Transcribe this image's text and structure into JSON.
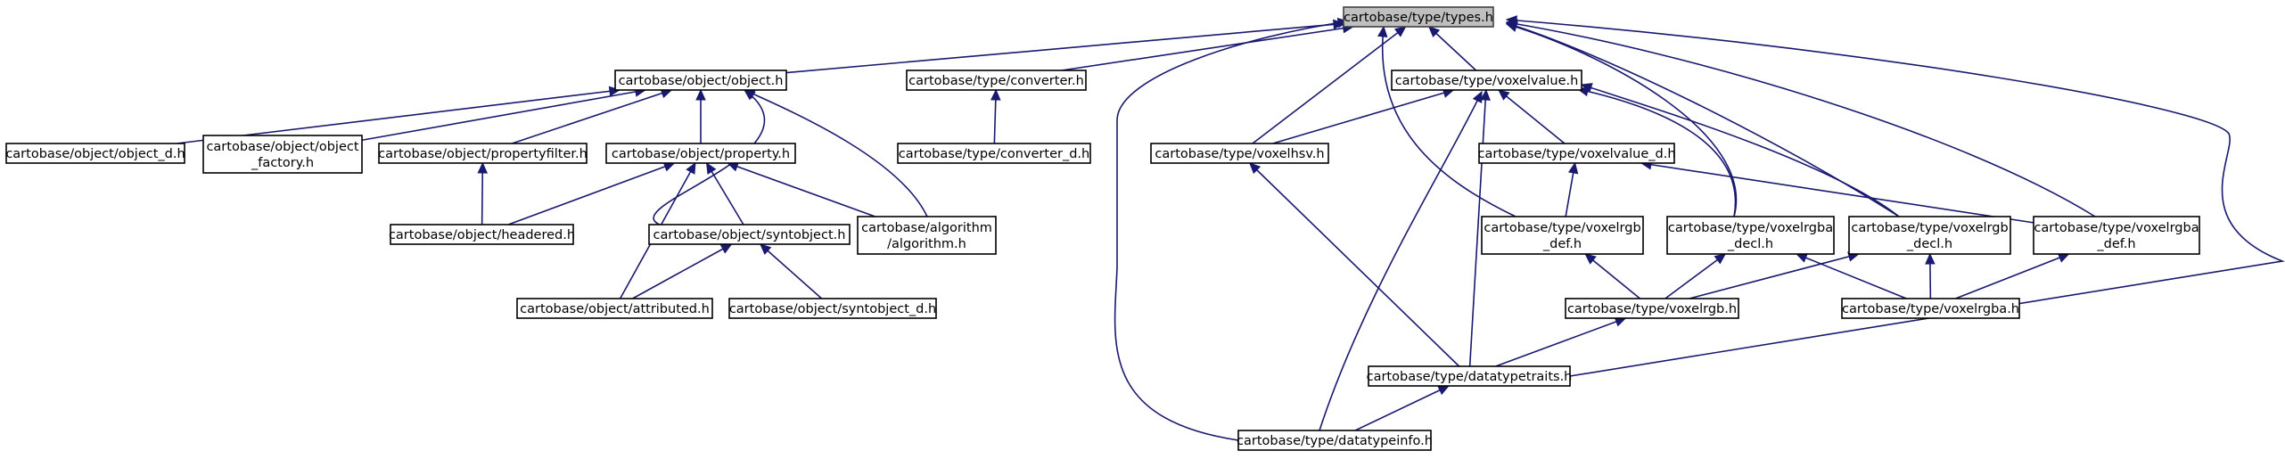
{
  "diagram": {
    "title": "",
    "colors": {
      "edge": "#191970",
      "root_fill": "#bfbfbf",
      "node_fill": "#ffffff",
      "node_border": "#000000"
    },
    "nodes": [
      {
        "id": "types",
        "lines": [
          "cartobase/type/types.h"
        ],
        "root": true
      },
      {
        "id": "object",
        "lines": [
          "cartobase/object/object.h"
        ]
      },
      {
        "id": "converter",
        "lines": [
          "cartobase/type/converter.h"
        ]
      },
      {
        "id": "voxelvalue",
        "lines": [
          "cartobase/type/voxelvalue.h"
        ]
      },
      {
        "id": "object_d",
        "lines": [
          "cartobase/object/object_d.h"
        ]
      },
      {
        "id": "object_factory",
        "lines": [
          "cartobase/object/object",
          "_factory.h"
        ]
      },
      {
        "id": "propertyfilter",
        "lines": [
          "cartobase/object/propertyfilter.h"
        ]
      },
      {
        "id": "property",
        "lines": [
          "cartobase/object/property.h"
        ]
      },
      {
        "id": "converter_d",
        "lines": [
          "cartobase/type/converter_d.h"
        ]
      },
      {
        "id": "voxelhsv",
        "lines": [
          "cartobase/type/voxelhsv.h"
        ]
      },
      {
        "id": "voxelvalue_d",
        "lines": [
          "cartobase/type/voxelvalue_d.h"
        ]
      },
      {
        "id": "headered",
        "lines": [
          "cartobase/object/headered.h"
        ]
      },
      {
        "id": "syntobject",
        "lines": [
          "cartobase/object/syntobject.h"
        ]
      },
      {
        "id": "algorithm",
        "lines": [
          "cartobase/algorithm",
          "/algorithm.h"
        ]
      },
      {
        "id": "voxelrgb_def",
        "lines": [
          "cartobase/type/voxelrgb",
          "_def.h"
        ]
      },
      {
        "id": "voxelrgba_decl",
        "lines": [
          "cartobase/type/voxelrgba",
          "_decl.h"
        ]
      },
      {
        "id": "voxelrgb_decl",
        "lines": [
          "cartobase/type/voxelrgb",
          "_decl.h"
        ]
      },
      {
        "id": "voxelrgba_def",
        "lines": [
          "cartobase/type/voxelrgba",
          "_def.h"
        ]
      },
      {
        "id": "attributed",
        "lines": [
          "cartobase/object/attributed.h"
        ]
      },
      {
        "id": "syntobject_d",
        "lines": [
          "cartobase/object/syntobject_d.h"
        ]
      },
      {
        "id": "voxelrgb",
        "lines": [
          "cartobase/type/voxelrgb.h"
        ]
      },
      {
        "id": "voxelrgba",
        "lines": [
          "cartobase/type/voxelrgba.h"
        ]
      },
      {
        "id": "datatypetraits",
        "lines": [
          "cartobase/type/datatypetraits.h"
        ]
      },
      {
        "id": "datatypeinfo",
        "lines": [
          "cartobase/type/datatypeinfo.h"
        ]
      }
    ],
    "edges": [
      {
        "from": "object",
        "to": "types"
      },
      {
        "from": "converter",
        "to": "types"
      },
      {
        "from": "voxelvalue",
        "to": "types"
      },
      {
        "from": "voxelhsv",
        "to": "types"
      },
      {
        "from": "voxelrgb_def",
        "to": "types"
      },
      {
        "from": "voxelrgba_decl",
        "to": "types"
      },
      {
        "from": "voxelrgb_decl",
        "to": "types"
      },
      {
        "from": "voxelrgba_def",
        "to": "types"
      },
      {
        "from": "datatypetraits",
        "to": "types"
      },
      {
        "from": "datatypeinfo",
        "to": "types"
      },
      {
        "from": "object_d",
        "to": "object"
      },
      {
        "from": "object_factory",
        "to": "object"
      },
      {
        "from": "propertyfilter",
        "to": "object"
      },
      {
        "from": "property",
        "to": "object"
      },
      {
        "from": "syntobject",
        "to": "object"
      },
      {
        "from": "algorithm",
        "to": "object"
      },
      {
        "from": "headered",
        "to": "propertyfilter"
      },
      {
        "from": "headered",
        "to": "property"
      },
      {
        "from": "syntobject",
        "to": "property"
      },
      {
        "from": "algorithm",
        "to": "property"
      },
      {
        "from": "attributed",
        "to": "property"
      },
      {
        "from": "attributed",
        "to": "syntobject"
      },
      {
        "from": "syntobject_d",
        "to": "syntobject"
      },
      {
        "from": "converter_d",
        "to": "converter"
      },
      {
        "from": "voxelhsv",
        "to": "voxelvalue"
      },
      {
        "from": "voxelvalue_d",
        "to": "voxelvalue"
      },
      {
        "from": "voxelrgba_decl",
        "to": "voxelvalue"
      },
      {
        "from": "voxelrgb_decl",
        "to": "voxelvalue"
      },
      {
        "from": "datatypetraits",
        "to": "voxelvalue"
      },
      {
        "from": "datatypeinfo",
        "to": "voxelvalue"
      },
      {
        "from": "voxelrgb_def",
        "to": "voxelvalue_d"
      },
      {
        "from": "voxelrgba_def",
        "to": "voxelvalue_d"
      },
      {
        "from": "datatypetraits",
        "to": "voxelhsv"
      },
      {
        "from": "voxelrgb",
        "to": "voxelrgb_def"
      },
      {
        "from": "voxelrgb",
        "to": "voxelrgba_decl"
      },
      {
        "from": "voxelrgba",
        "to": "voxelrgba_decl"
      },
      {
        "from": "voxelrgb",
        "to": "voxelrgb_decl"
      },
      {
        "from": "voxelrgba",
        "to": "voxelrgb_decl"
      },
      {
        "from": "voxelrgba",
        "to": "voxelrgba_def"
      },
      {
        "from": "datatypetraits",
        "to": "voxelrgb"
      },
      {
        "from": "datatypeinfo",
        "to": "datatypetraits"
      }
    ]
  }
}
